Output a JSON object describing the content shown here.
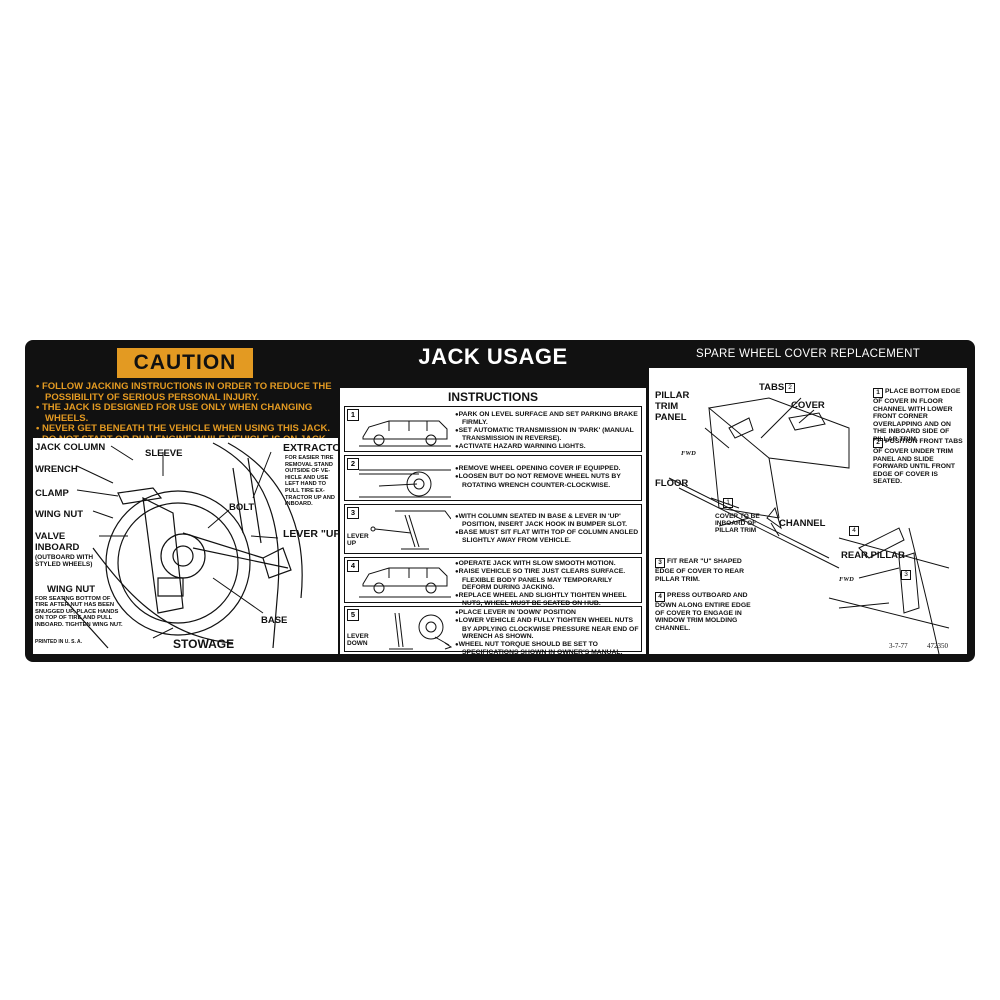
{
  "caution": {
    "title": "CAUTION",
    "items": [
      "FOLLOW JACKING INSTRUCTIONS IN ORDER TO REDUCE THE POSSIBILITY OF SERIOUS PERSONAL INJURY.",
      "THE JACK IS DESIGNED FOR USE ONLY WHEN CHANGING WHEELS.",
      "NEVER GET BENEATH THE VEHICLE WHEN USING THIS JACK.",
      "DO NOT START OR RUN ENGINE WHILE VEHICLE IS ON JACK."
    ]
  },
  "stowage": {
    "labels": {
      "jack_column": "JACK COLUMN",
      "sleeve": "SLEEVE",
      "extractor": "EXTRACTOR",
      "extractor_note": "FOR EASIER TIRE REMOVAL STAND OUTSIDE OF VE-HICLE AND USE LEFT HAND TO PULL TIRE EX-TRACTOR UP AND INBOARD.",
      "wrench": "WRENCH",
      "clamp": "CLAMP",
      "bolt": "BOLT",
      "wing_nut": "WING NUT",
      "lever_up": "LEVER \"UP\"",
      "valve": "VALVE",
      "inboard": "INBOARD",
      "valve_note": "(OUTBOARD WITH STYLED WHEELS)",
      "wing_nut_2": "WING NUT",
      "wing_nut_note": "FOR SEATING BOTTOM OF TIRE AFTER NUT HAS BEEN SNUGGED UP, PLACE HANDS ON TOP OF TIRE AND PULL INBOARD. TIGHTEN WING NUT.",
      "base": "BASE",
      "printed": "PRINTED IN U. S. A.",
      "stowage": "STOWAGE"
    }
  },
  "jack_usage": {
    "title": "JACK USAGE",
    "subtitle": "INSTRUCTIONS",
    "steps": [
      {
        "num": "1",
        "lines": [
          "PARK ON LEVEL SURFACE AND SET PARKING BRAKE FIRMLY.",
          "SET AUTOMATIC TRANSMISSION IN 'PARK' (MANUAL TRANSMISSION IN REVERSE).",
          "ACTIVATE HAZARD WARNING LIGHTS."
        ]
      },
      {
        "num": "2",
        "lines": [
          "REMOVE WHEEL OPENING COVER IF EQUIPPED.",
          "LOOSEN BUT DO NOT REMOVE WHEEL NUTS BY ROTATING WRENCH COUNTER-CLOCKWISE."
        ]
      },
      {
        "num": "3",
        "label": "LEVER UP",
        "lines": [
          "WITH COLUMN SEATED IN BASE & LEVER IN 'UP' POSITION, INSERT JACK HOOK IN BUMPER SLOT.",
          "BASE MUST SIT FLAT WITH TOP OF COLUMN ANGLED SLIGHTLY AWAY FROM VEHICLE."
        ]
      },
      {
        "num": "4",
        "lines": [
          "OPERATE JACK WITH SLOW SMOOTH MOTION.",
          "RAISE VEHICLE SO TIRE JUST CLEARS SURFACE. FLEXIBLE BODY PANELS MAY TEMPORARILY DEFORM DURING JACKING.",
          "REPLACE WHEEL AND SLIGHTLY TIGHTEN WHEEL NUTS, WHEEL MUST BE SEATED ON HUB."
        ]
      },
      {
        "num": "5",
        "label": "LEVER DOWN",
        "lines": [
          "PLACE LEVER IN 'DOWN' POSITION",
          "LOWER VEHICLE AND FULLY TIGHTEN WHEEL NUTS BY APPLYING CLOCKWISE PRESSURE NEAR END OF WRENCH AS SHOWN.",
          "WHEEL NUT TORQUE SHOULD BE SET TO SPECIFICATIONS SHOWN IN OWNER'S MANUAL."
        ]
      }
    ]
  },
  "spare": {
    "title": "SPARE WHEEL COVER REPLACEMENT",
    "labels": {
      "pillar": "PILLAR",
      "trim": "TRIM",
      "panel": "PANEL",
      "tabs": "TABS",
      "tabs_num": "2",
      "cover": "COVER",
      "fwd": "FWD",
      "fwd_2": "FWD",
      "floor": "FLOOR",
      "floor_num": "1",
      "cover_note": "COVER TO BE INBOARD OF PILLAR TRIM",
      "channel": "CHANNEL",
      "rear_pillar": "REAR PILLAR",
      "num_3": "3",
      "num_4": "4"
    },
    "notes": [
      {
        "num": "1",
        "text": "PLACE BOTTOM EDGE OF COVER IN FLOOR CHANNEL WITH LOWER FRONT CORNER OVERLAPPING AND ON THE INBOARD SIDE OF PILLAR TRIM."
      },
      {
        "num": "2",
        "text": "POSITION FRONT TABS OF COVER UNDER TRIM PANEL AND SLIDE FORWARD UNTIL FRONT EDGE OF COVER IS SEATED."
      },
      {
        "num": "3",
        "text": "FIT REAR \"U\" SHAPED EDGE OF COVER TO REAR PILLAR TRIM."
      },
      {
        "num": "4",
        "text": "PRESS OUTBOARD AND DOWN ALONG ENTIRE EDGE OF COVER TO ENGAGE IN WINDOW TRIM MOLDING CHANNEL."
      }
    ],
    "date": "3-7-77",
    "part_no": "472350"
  },
  "colors": {
    "caution": "#e39a22",
    "background": "#111111"
  }
}
